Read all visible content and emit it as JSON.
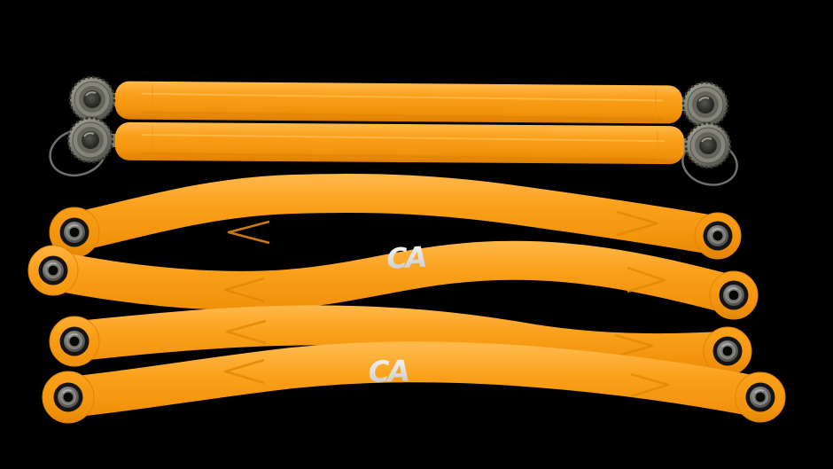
{
  "scene": {
    "type": "product-photo",
    "description": "Six orange powder-coated UTV suspension links on a black background: two straight radius rods with steel heim-joint rod ends on top, and four curved high-clearance radius arms with black press-in bearings below. The second and fourth curved arms carry a white CA logo.",
    "background_color": "#000000",
    "colors": {
      "orange": "#F99C15",
      "orange_highlight": "#FFB94B",
      "orange_shadow": "#DE7E02",
      "steel_gray": "#8B8B7E",
      "bearing_dark": "#141414",
      "logo_silver": "#EFEFEF"
    },
    "logo": {
      "text": "CA"
    },
    "parts": [
      {
        "name": "radius-rod-upper",
        "kind": "straight rod with heim joints"
      },
      {
        "name": "radius-rod-lower",
        "kind": "straight rod with heim joints and safety wires"
      },
      {
        "name": "radius-arm-1",
        "kind": "curved high-clearance arm"
      },
      {
        "name": "radius-arm-2",
        "kind": "curved arm with CA logo"
      },
      {
        "name": "radius-arm-3",
        "kind": "curved high-clearance arm"
      },
      {
        "name": "radius-arm-4",
        "kind": "curved arm with CA logo"
      }
    ]
  }
}
